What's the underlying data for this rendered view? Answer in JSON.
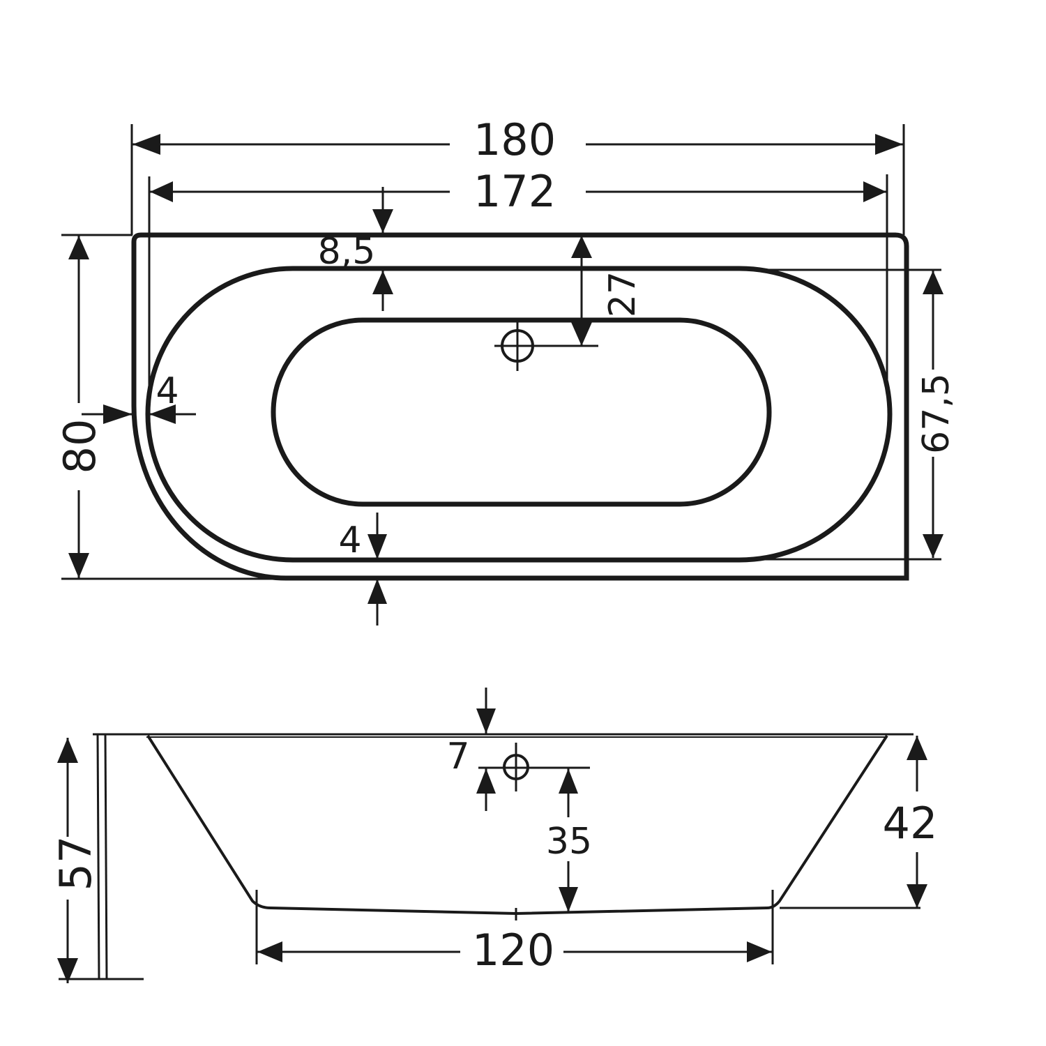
{
  "drawing": {
    "subject": "Bathtub dimension drawing",
    "units_implied": "cm",
    "line_color": "#1a1a1a",
    "background": "#ffffff"
  },
  "top_view": {
    "overall_length": "180",
    "inner_rim_length": "172",
    "overall_width": "80",
    "basin_width": "67,5",
    "rim_offset_top": "8,5",
    "drain_offset": "27",
    "side_rim_left": "4",
    "rim_bottom": "4"
  },
  "side_view": {
    "overall_height": "57",
    "basin_depth": "42",
    "drain_height": "35",
    "overflow_offset": "7",
    "bottom_length": "120"
  }
}
